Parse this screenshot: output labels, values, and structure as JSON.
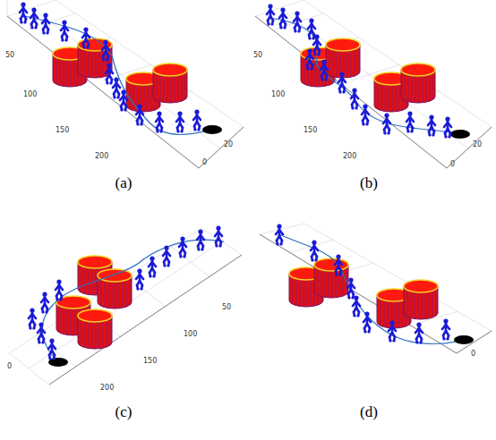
{
  "diagram": {
    "labels": [
      "(a)",
      "50",
      "100",
      "150",
      "200",
      "20",
      "0",
      "(b)",
      "50",
      "100",
      "150",
      "200",
      "20",
      "0",
      "(c)",
      "0",
      "200",
      "150",
      "100",
      "50",
      "(d)",
      "0"
    ]
  }
}
